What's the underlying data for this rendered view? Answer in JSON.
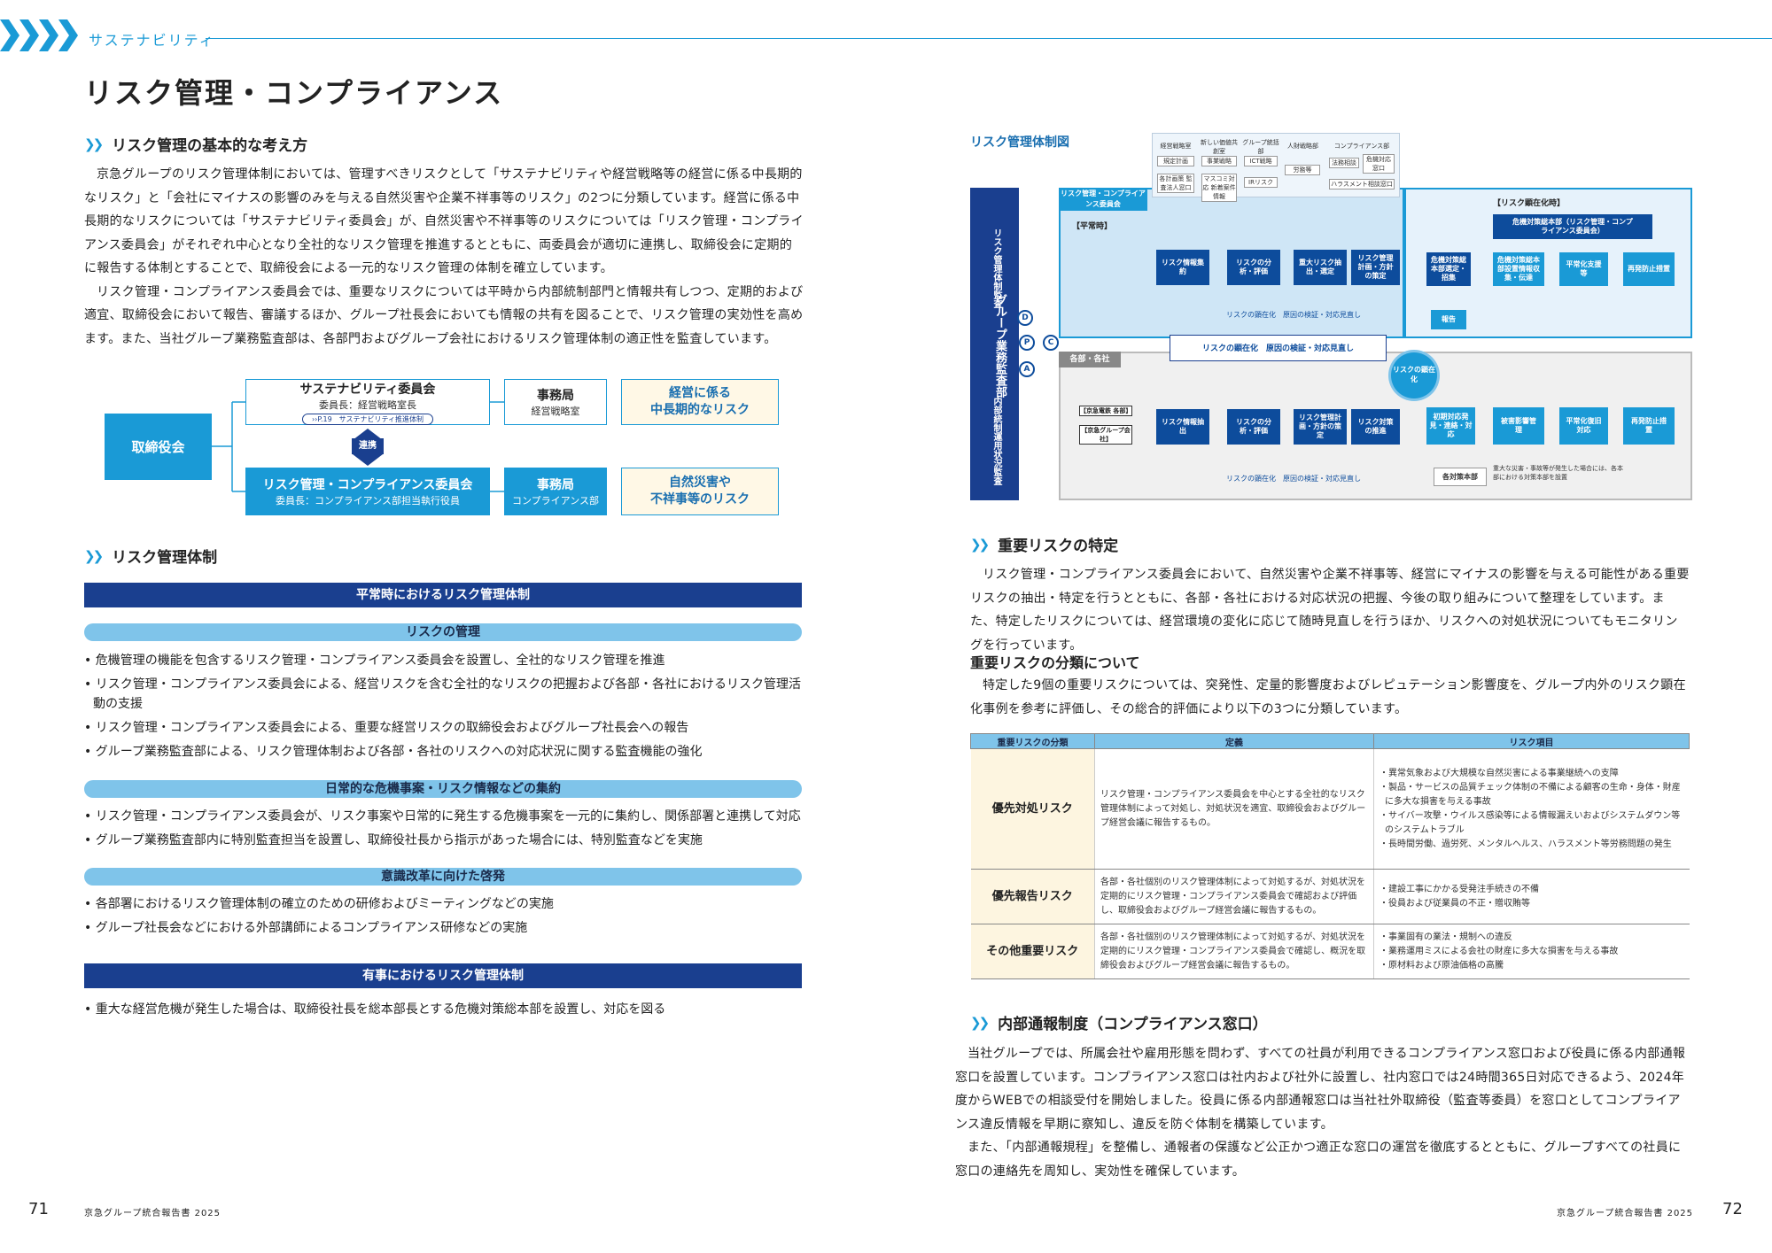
{
  "header": {
    "section_label": "サステナビリティ"
  },
  "page_title": "リスク管理・コンプライアンス",
  "left": {
    "basic_heading": "リスク管理の基本的な考え方",
    "basic_paragraphs": [
      "京急グループのリスク管理体制においては、管理すべきリスクとして「サステナビリティや経営戦略等の経営に係る中長期的なリスク」と「会社にマイナスの影響のみを与える自然災害や企業不祥事等のリスク」の2つに分類しています。経営に係る中長期的なリスクについては「サステナビリティ委員会」が、自然災害や不祥事等のリスクについては「リスク管理・コンプライアンス委員会」がそれぞれ中心となり全社的なリスク管理を推進するとともに、両委員会が適切に連携し、取締役会に定期的に報告する体制とすることで、取締役会による一元的なリスク管理の体制を確立しています。",
      "リスク管理・コンプライアンス委員会では、重要なリスクについては平時から内部統制部門と情報共有しつつ、定期的および適宜、取締役会において報告、審議するほか、グループ社長会においても情報の共有を図ることで、リスク管理の実効性を高めます。また、当社グループ業務監査部は、各部門およびグループ会社におけるリスク管理体制の適正性を監査しています。"
    ],
    "org": {
      "board": "取締役会",
      "sus_title": "サステナビリティ委員会",
      "sus_sub": "委員長：経営戦略室長",
      "sus_ref": "››P.19　サステナビリティ推進体制",
      "sec1_title": "事務局",
      "sec1_sub": "経営戦略室",
      "risk1_line1": "経営に係る",
      "risk1_line2": "中長期的なリスク",
      "link": "連携",
      "rcc_title": "リスク管理・コンプライアンス委員会",
      "rcc_sub": "委員長：コンプライアンス部担当執行役員",
      "sec2_title": "事務局",
      "sec2_sub": "コンプライアンス部",
      "risk2_line1": "自然災害や",
      "risk2_line2": "不祥事等のリスク"
    },
    "system_heading": "リスク管理体制",
    "normal_bar": "平常時におけるリスク管理体制",
    "sub1": "リスクの管理",
    "sub1_items": [
      "危機管理の機能を包含するリスク管理・コンプライアンス委員会を設置し、全社的なリスク管理を推進",
      "リスク管理・コンプライアンス委員会による、経営リスクを含む全社的なリスクの把握および各部・各社におけるリスク管理活動の支援",
      "リスク管理・コンプライアンス委員会による、重要な経営リスクの取締役会およびグループ社長会への報告",
      "グループ業務監査部による、リスク管理体制および各部・各社のリスクへの対応状況に関する監査機能の強化"
    ],
    "sub2": "日常的な危機事案・リスク情報などの集約",
    "sub2_items": [
      "リスク管理・コンプライアンス委員会が、リスク事案や日常的に発生する危機事案を一元的に集約し、関係部署と連携して対応",
      "グループ業務監査部内に特別監査担当を設置し、取締役社長から指示があった場合には、特別監査などを実施"
    ],
    "sub3": "意識改革に向けた啓発",
    "sub3_items": [
      "各部署におけるリスク管理体制の確立のための研修およびミーティングなどの実施",
      "グループ社長会などにおける外部講師によるコンプライアンス研修などの実施"
    ],
    "emergency_bar": "有事におけるリスク管理体制",
    "emergency_items": [
      "重大な経営危機が発生した場合は、取締役社長を総本部長とする危機対策総本部を設置し、対応を図る"
    ]
  },
  "diagram": {
    "title": "リスク管理体制図",
    "audit_top": "リスク管理体制監査",
    "audit_main": "グループ業務監査部",
    "audit_bottom": "内部統制運用状況監査",
    "top_depts": [
      {
        "name": "経営戦略室",
        "items": [
          "規定計画",
          "各計画策 監査法人窓口"
        ]
      },
      {
        "name": "新しい価値共創室",
        "items": [
          "事業戦略",
          "マスコミ対応 新着案件情報"
        ]
      },
      {
        "name": "グループ統括部",
        "items": [
          "ICT戦略",
          "IRリスク"
        ]
      },
      {
        "name": "人財戦略部",
        "items": [
          "労務等"
        ]
      },
      {
        "name": "コンプライアンス部",
        "items": [
          "法務相談",
          "危機対応窓口",
          "ハラスメント相談窓口"
        ]
      }
    ],
    "committee_label": "リスク管理・コンプライアンス委員会",
    "normal_label": "【平常時】",
    "emergency_label": "【リスク顕在化時】",
    "hq_label": "危機対策総本部（リスク管理・コンプライアンス委員会）",
    "dept_label": "各部・各社",
    "flow_top": [
      "リスク情報集約",
      "リスクの分析・評価",
      "重大リスク抽出・選定",
      "リスク管理計画・方針の策定"
    ],
    "flow_bottom": [
      "リスク情報抽出",
      "リスクの分析・評価",
      "リスク管理計画・方針の策定",
      "リスク対策の推進"
    ],
    "feedback_top": "リスクの顕在化　原因の検証・対応見直し",
    "feedback_mid": "リスクの顕在化　原因の検証・対応見直し",
    "feedback_bottom": "リスクの顕在化　原因の検証・対応見直し",
    "crisis_col": [
      "危機対策総本部選定・招集",
      "危機対策総本部設置情報収集・伝達",
      "平常化支援等",
      "再発防止措置"
    ],
    "crisis_bottom": [
      "初期対応発見・連絡・対応",
      "被害影響管理",
      "平常化復旧対応",
      "再発防止措置"
    ],
    "report_label": "報告",
    "emergency_circle": "リスクの顕在化",
    "countermeasure": "各対策本部",
    "countermeasure_note": "重大な災害・事故等が発生した場合には、各本部における対策本部を設置",
    "companies": [
      "【京急電鉄 各部】",
      "【京急グループ会社】"
    ],
    "pdca": [
      "P",
      "D",
      "C",
      "A"
    ]
  },
  "right": {
    "important_heading": "重要リスクの特定",
    "important_para": "リスク管理・コンプライアンス委員会において、自然災害や企業不祥事等、経営にマイナスの影響を与える可能性がある重要リスクの抽出・特定を行うとともに、各部・各社における対応状況の把握、今後の取り組みについて整理をしています。また、特定したリスクについては、経営環境の変化に応じて随時見直しを行うほか、リスクへの対処状況についてもモニタリングを行っています。",
    "classify_heading": "重要リスクの分類について",
    "classify_para": "特定した9個の重要リスクについては、突発性、定量的影響度およびレピュテーション影響度を、グループ内外のリスク顕在化事例を参考に評価し、その総合的評価により以下の3つに分類しています。",
    "table_headers": [
      "重要リスクの分類",
      "定義",
      "リスク項目"
    ],
    "table_rows": [
      {
        "cls": "優先対処リスク",
        "def": "リスク管理・コンプライアンス委員会を中心とする全社的なリスク管理体制によって対処し、対処状況を適宜、取締役会およびグループ経営会議に報告するもの。",
        "items": [
          "異常気象および大規模な自然災害による事業継続への支障",
          "製品・サービスの品質チェック体制の不備による顧客の生命・身体・財産に多大な損害を与える事故",
          "サイバー攻撃・ウイルス感染等による情報漏えいおよびシステムダウン等のシステムトラブル",
          "長時間労働、過労死、メンタルヘルス、ハラスメント等労務問題の発生"
        ]
      },
      {
        "cls": "優先報告リスク",
        "def": "各部・各社個別のリスク管理体制によって対処するが、対処状況を定期的にリスク管理・コンプライアンス委員会で確認および評価し、取締役会およびグループ経営会議に報告するもの。",
        "items": [
          "建設工事にかかる受発注手続きの不備",
          "役員および従業員の不正・贈収賄等"
        ]
      },
      {
        "cls": "その他重要リスク",
        "def": "各部・各社個別のリスク管理体制によって対処するが、対処状況を定期的にリスク管理・コンプライアンス委員会で確認し、概況を取締役会およびグループ経営会議に報告するもの。",
        "items": [
          "事業固有の業法・規制への違反",
          "業務運用ミスによる会社の財産に多大な損害を与える事故",
          "原材料および原油価格の高騰"
        ]
      }
    ],
    "whistle_heading": "内部通報制度（コンプライアンス窓口）",
    "whistle_paragraphs": [
      "当社グループでは、所属会社や雇用形態を問わず、すべての社員が利用できるコンプライアンス窓口および役員に係る内部通報窓口を設置しています。コンプライアンス窓口は社内および社外に設置し、社内窓口では24時間365日対応できるよう、2024年度からWEBでの相談受付を開始しました。役員に係る内部通報窓口は当社社外取締役（監査等委員）を窓口としてコンプライアンス違反情報を早期に察知し、違反を防ぐ体制を構築しています。",
      "また、「内部通報規程」を整備し、通報者の保護など公正かつ適正な窓口の運営を徹底するとともに、グループすべての社員に窓口の連絡先を周知し、実効性を確保しています。"
    ]
  },
  "footer": {
    "left_page": "71",
    "left_text": "京急グループ統合報告書 2025",
    "right_text": "京急グループ統合報告書 2025",
    "right_page": "72"
  }
}
